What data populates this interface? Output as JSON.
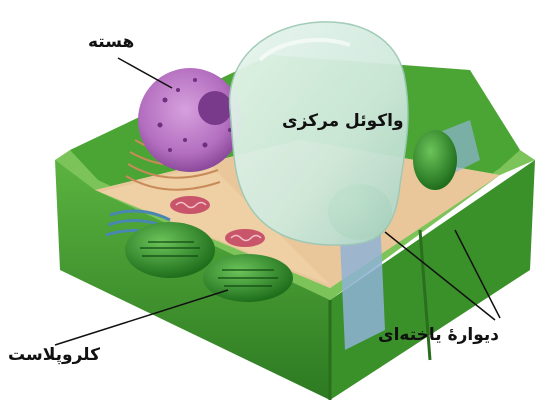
{
  "labels": {
    "nucleus": "هسته",
    "central_vacuole": "واکوئل مرکزی",
    "cell_wall": "دیوارهٔ یاخته‌ای",
    "chloroplast": "کلروپلاست"
  },
  "colors": {
    "cell_wall": "#3f9a2f",
    "cell_wall_dark": "#2d7a22",
    "cell_wall_light": "#7cc45a",
    "cytoplasm": "#e9c79a",
    "vacuole": "#cfe9dc",
    "nucleus": "#b46fc0",
    "nucleolus": "#7a3a8c",
    "chloroplast": "#2f8f2a",
    "mitochondrion": "#c9556a",
    "membrane_blue": "#8fb3d6"
  }
}
